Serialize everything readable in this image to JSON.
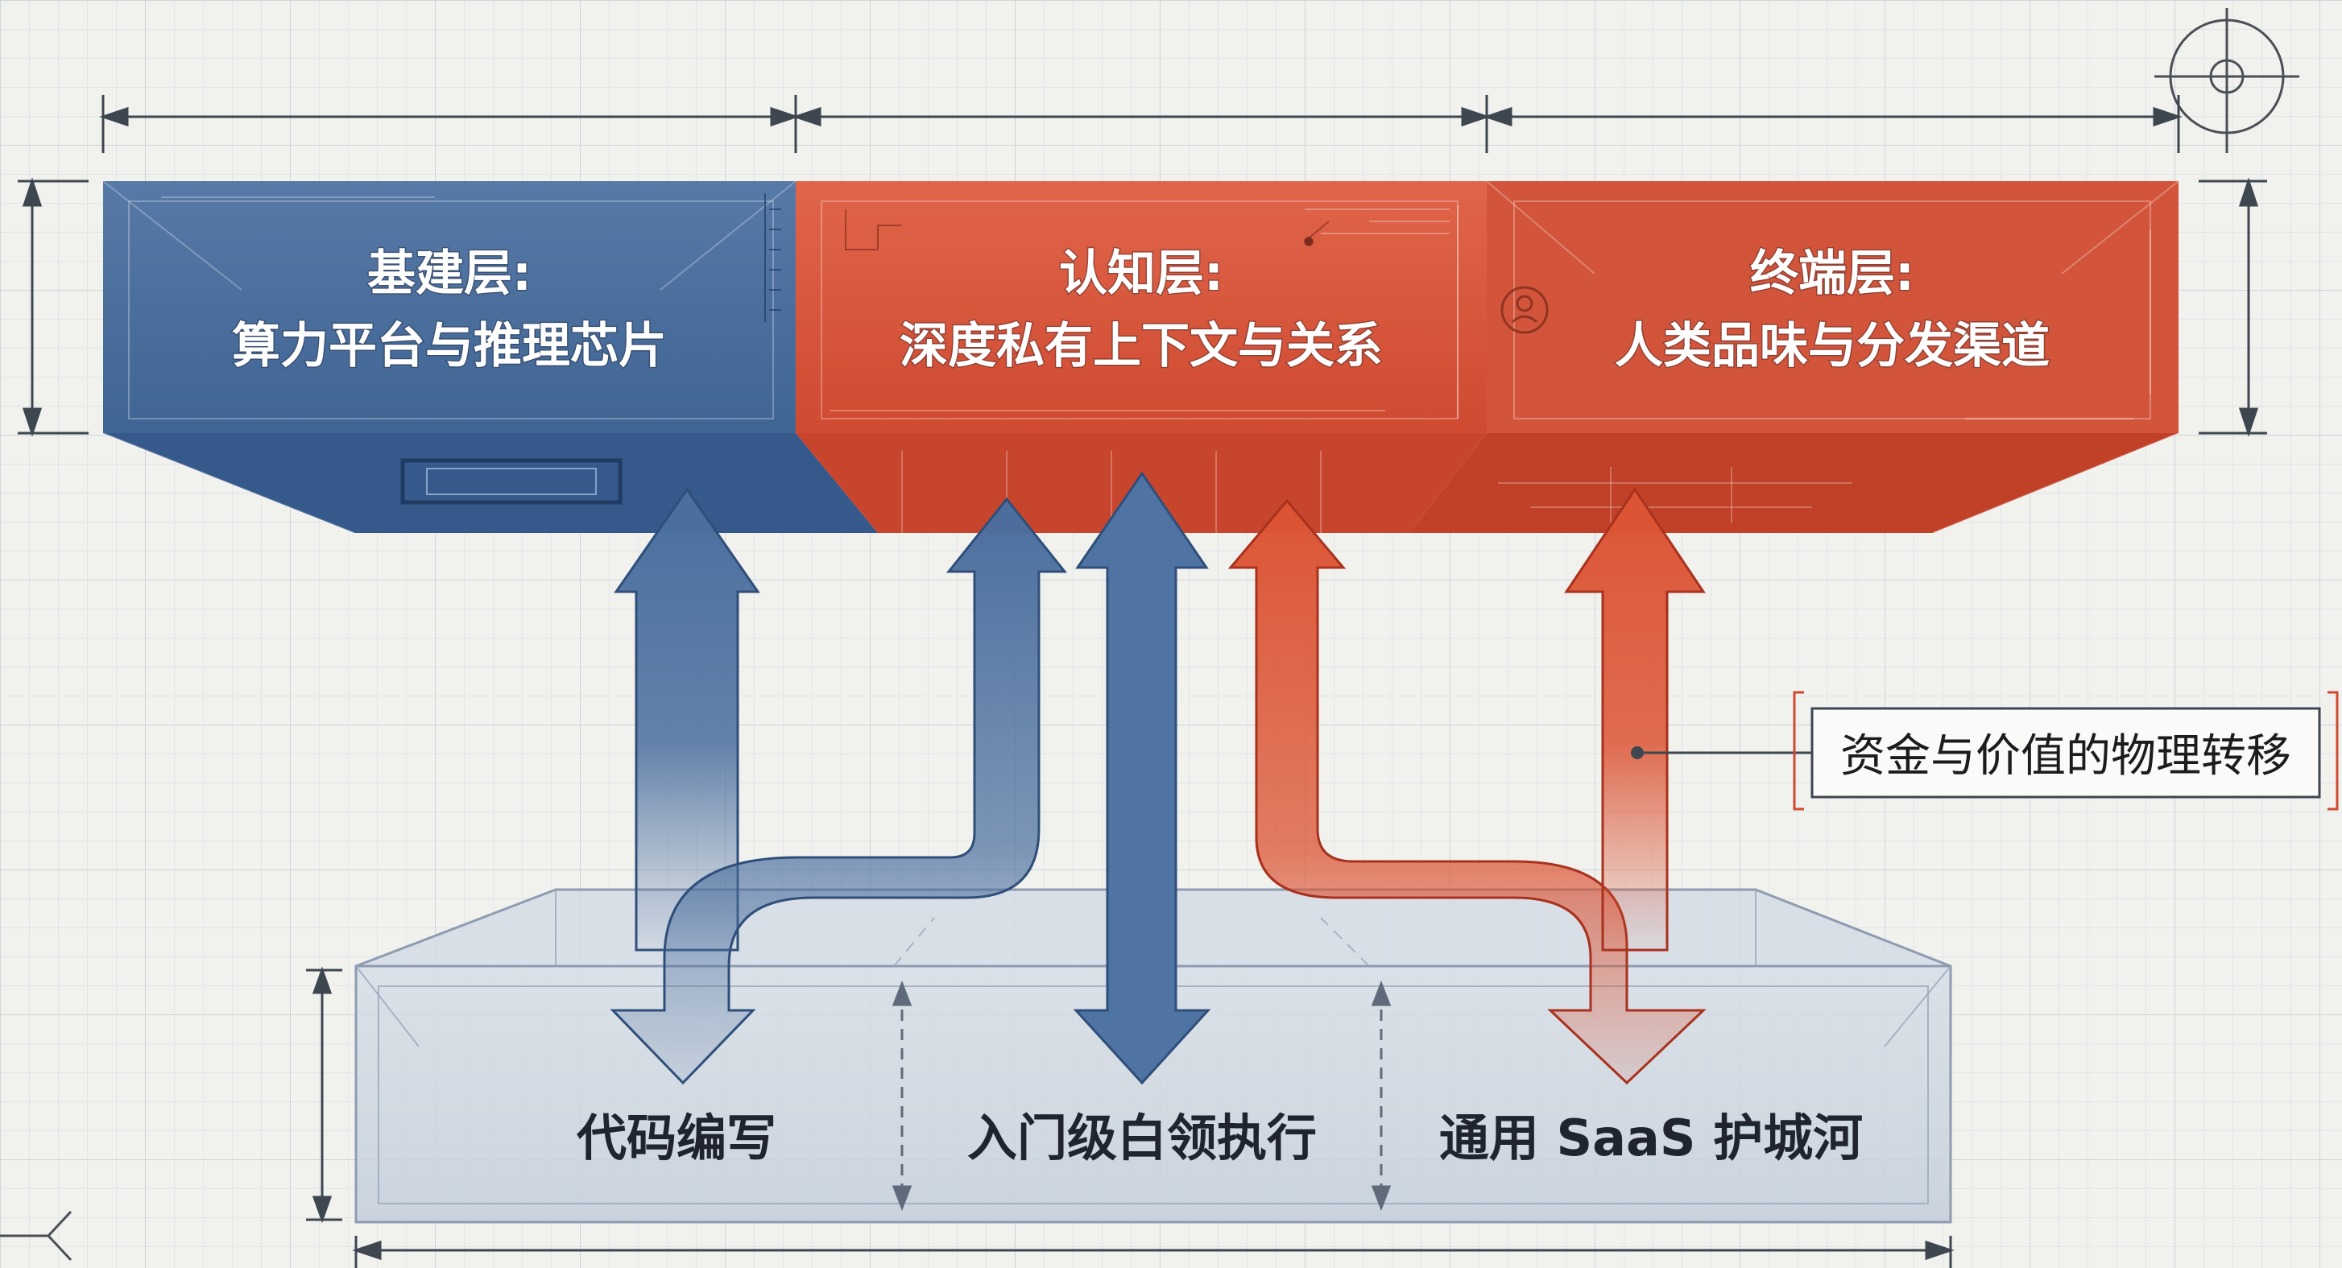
{
  "top_layers": [
    {
      "name_line1": "基建层:",
      "name_line2": "算力平台与推理芯片",
      "color": "#4a6e9e"
    },
    {
      "name_line1": "认知层:",
      "name_line2": "深度私有上下文与关系",
      "color": "#d95a40"
    },
    {
      "name_line1": "终端层:",
      "name_line2": "人类品味与分发渠道",
      "color": "#cf4a30"
    }
  ],
  "base_items": [
    "代码编写",
    "入门级白领执行",
    "通用 SaaS 护城河"
  ],
  "callout": {
    "text": "资金与价值的物理转移"
  },
  "colors": {
    "blue": "#4a6e9e",
    "red": "#d95a40",
    "grid": "#d9dde2",
    "base": "#c9d3df"
  }
}
